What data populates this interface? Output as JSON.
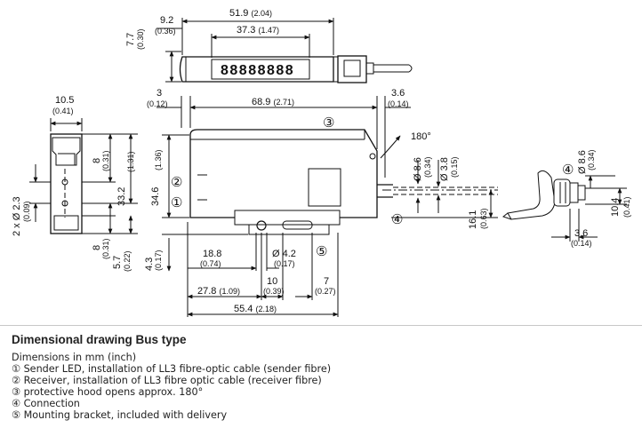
{
  "caption": {
    "title": "Dimensional drawing Bus type",
    "lines": [
      "Dimensions in mm (inch)",
      "① Sender LED, installation of LL3 fibre-optic cable (sender fibre)",
      "② Receiver, installation of LL3 fibre optic cable (receiver fibre)",
      "③ protective hood opens approx. 180°",
      "④ Connection",
      "⑤ Mounting bracket, included with delivery"
    ]
  },
  "drawing": {
    "top_view": {
      "w_overall": "51.9",
      "w_overall_in": "(2.04)",
      "offset": "9.2",
      "offset_in": "(0.36)",
      "display_w": "37.3",
      "display_w_in": "(1.47)",
      "height": "7.7",
      "height_in": "(0.30)",
      "display_text": "88888888"
    },
    "side_view": {
      "left_step": "3",
      "left_step_in": "(0.12)",
      "length": "68.9",
      "length_in": "(2.71)",
      "right_step": "3.6",
      "right_step_in": "(0.14)",
      "hood_angle": "180°",
      "height": "34.6",
      "height_in": "(1.36)",
      "cable_dia": "Ø 8.6",
      "cable_dia_in": "(0.34)",
      "fibre_dia": "Ø 3.8",
      "fibre_dia_in": "(0.15)",
      "fibre_height": "16.1",
      "fibre_height_in": "(0.63)",
      "bottom_h": "4.3",
      "bottom_h_in": "(0.17)",
      "hole_offset": "18.8",
      "hole_offset_in": "(0.74)",
      "hole_dia": "Ø 4.2",
      "hole_dia_in": "(0.17)",
      "bracket_x": "27.8",
      "bracket_x_in": "(1.09)",
      "bracket_w": "10",
      "bracket_w_in": "(0.39)",
      "slot_w": "7",
      "slot_w_in": "(0.27)",
      "bracket_len": "55.4",
      "bracket_len_in": "(2.18)"
    },
    "front_view": {
      "width": "10.5",
      "width_in": "(0.41)",
      "top_off": "8",
      "top_off_in": "(0.31)",
      "fibre_pitch": "33.2",
      "fibre_pitch_in": "(1.31)",
      "holes": "2 x Ø 2.3",
      "holes_in": "(0.09)",
      "bot_off": "8",
      "bot_off_in": "(0.31)",
      "bot_h": "5.7",
      "bot_h_in": "(0.22)"
    },
    "connector_view": {
      "dia": "Ø 8.6",
      "dia_in": "(0.34)",
      "height": "10.4",
      "height_in": "(0.41)",
      "offset": "3.6",
      "offset_in": "(0.14)"
    },
    "markers": [
      "①",
      "②",
      "③",
      "④",
      "⑤"
    ]
  }
}
